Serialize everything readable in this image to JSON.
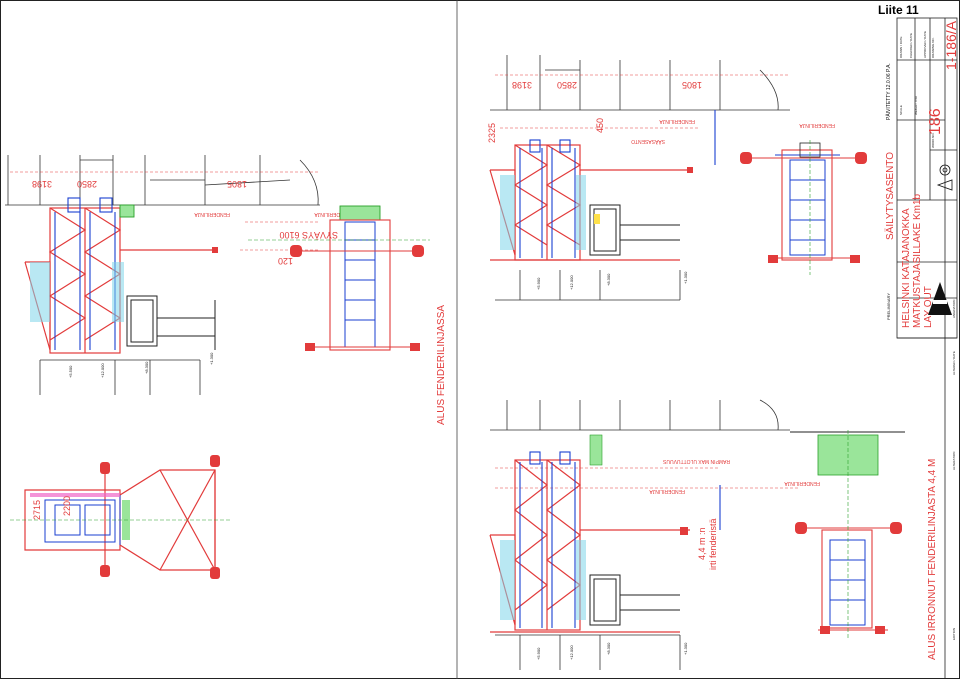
{
  "sheet": {
    "liite": "Liite 11"
  },
  "left_elevation": {
    "dims_top": [
      "3198",
      "2850",
      "1805"
    ],
    "fender_label": "FENDERILINJA",
    "draft_label": "SYVÄYS 6100",
    "dim_120": "120",
    "levels": [
      "+5.500",
      "+12.000",
      "+8.300",
      "+1.300"
    ],
    "title": "ALUS FENDERILINJASSA"
  },
  "left_plan": {
    "dims": [
      "2715",
      "2200"
    ]
  },
  "right_top": {
    "dims_top": [
      "3198",
      "2850",
      "1805"
    ],
    "dim_left": "2325",
    "dim_450": "450",
    "fender_label": "FENDERILINJA",
    "storage_label": "SÄÄSASENTO",
    "levels": [
      "+5.900",
      "+12.000",
      "+8.300",
      "+1.300"
    ],
    "title": "SÄILYTYSASENTO"
  },
  "right_bottom": {
    "fender_label": "FENDERILINJA",
    "ramp_label": "RAMPIN MAX ULOTTUVUUS",
    "note_line1": "4,4 m :n",
    "note_line2": "irti fenderistä",
    "levels": [
      "+5.900",
      "+12.000",
      "+8.300",
      "+1.300"
    ],
    "title": "ALUS IRRONNUT FENDERILINJASTA 4,4 M"
  },
  "title_block": {
    "preliminary": "PRELIMINARY",
    "project_line1": "HELSINKI KATAJANOKKA",
    "project_line2": "MATKUSTAJASILLAKE Km1b",
    "project_line3": "LAY OUT",
    "date_stamp": "PÄIVITETTY 12.0.06 P.A.",
    "drawing_no": "186",
    "sheet_no": "1-186/A",
    "altered": "ALTERED / DATE",
    "alteration": "ALTERATION",
    "edition": "EDITION",
    "company": "ANGINATION",
    "scale": "SCALE",
    "weight": "WEIGHT TNO",
    "drawn": "DRAWN / DATE",
    "checked": "CHECKED / DATE",
    "approved": "APPROVED / DATE",
    "drawing_label": "DRAWING NO.",
    "work_no": "WORK NO."
  }
}
